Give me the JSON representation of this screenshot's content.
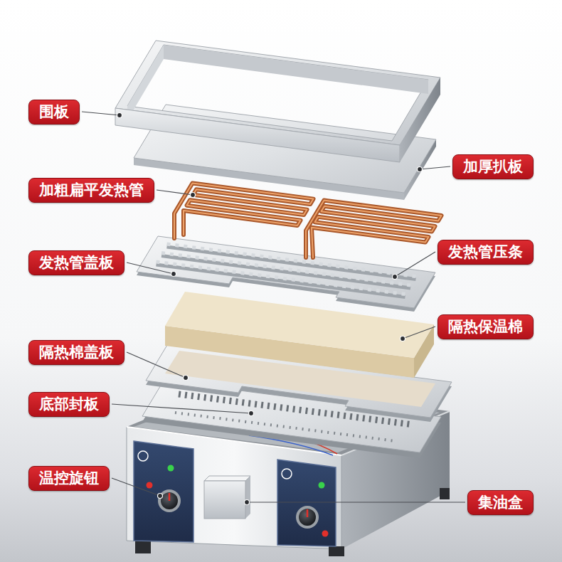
{
  "diagram": {
    "nodes": [
      {
        "text": [
          "围板"
        ]
      },
      {
        "text": [
          "加厚扒板"
        ]
      },
      {
        "text": [
          "加粗扁平发热管"
        ]
      },
      {
        "text": [
          "发热管压条"
        ]
      },
      {
        "text": [
          "发热管盖板"
        ]
      },
      {
        "text": [
          "隔热保温棉"
        ]
      },
      {
        "text": [
          "隔热棉盖板"
        ]
      },
      {
        "text": [
          "底部封板"
        ]
      },
      {
        "text": [
          "温控旋钮"
        ]
      },
      {
        "text": [
          "集油盒"
        ]
      }
    ]
  }
}
